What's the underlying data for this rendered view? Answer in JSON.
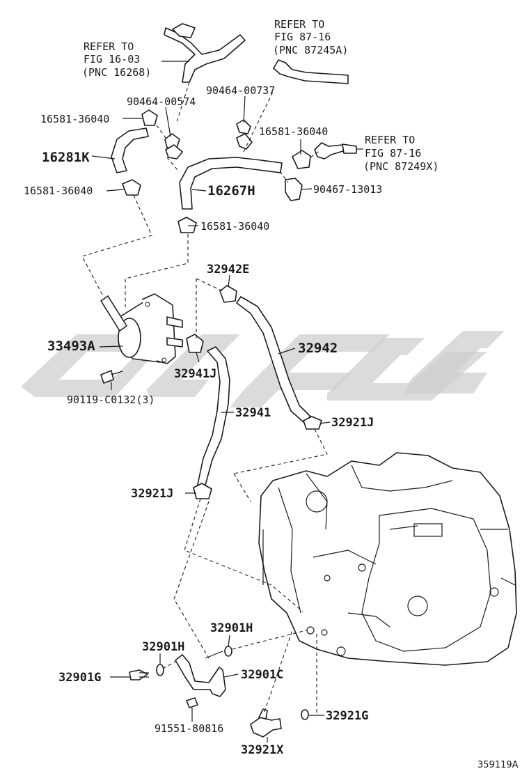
{
  "diagram": {
    "figure_code": "359119A",
    "refer_notes": [
      {
        "line1": "REFER TO",
        "line2": "FIG 16-03",
        "line3": "(PNC 16268)"
      },
      {
        "line1": "REFER TO",
        "line2": "FIG 87-16",
        "line3": "(PNC 87245A)"
      },
      {
        "line1": "REFER TO",
        "line2": "FIG 87-16",
        "line3": "(PNC 87249X)"
      }
    ],
    "labels": {
      "p_90464_00574": "90464-00574",
      "p_90464_00737": "90464-00737",
      "p_16581_a": "16581-36040",
      "p_16581_b": "16581-36040",
      "p_16581_c": "16581-36040",
      "p_16581_d": "16581-36040",
      "p_16281k": "16281K",
      "p_16267h": "16267H",
      "p_90467_13013": "90467-13013",
      "p_32942e": "32942E",
      "p_33493a": "33493A",
      "p_32942": "32942",
      "p_32941j": "32941J",
      "p_90119": "90119-C0132(3)",
      "p_32941": "32941",
      "p_32921j_a": "32921J",
      "p_32921j_b": "32921J",
      "p_32901h_a": "32901H",
      "p_32901h_b": "32901H",
      "p_32901g": "32901G",
      "p_32901c": "32901C",
      "p_91551": "91551-80816",
      "p_32921g": "32921G",
      "p_32921x": "32921X"
    }
  }
}
